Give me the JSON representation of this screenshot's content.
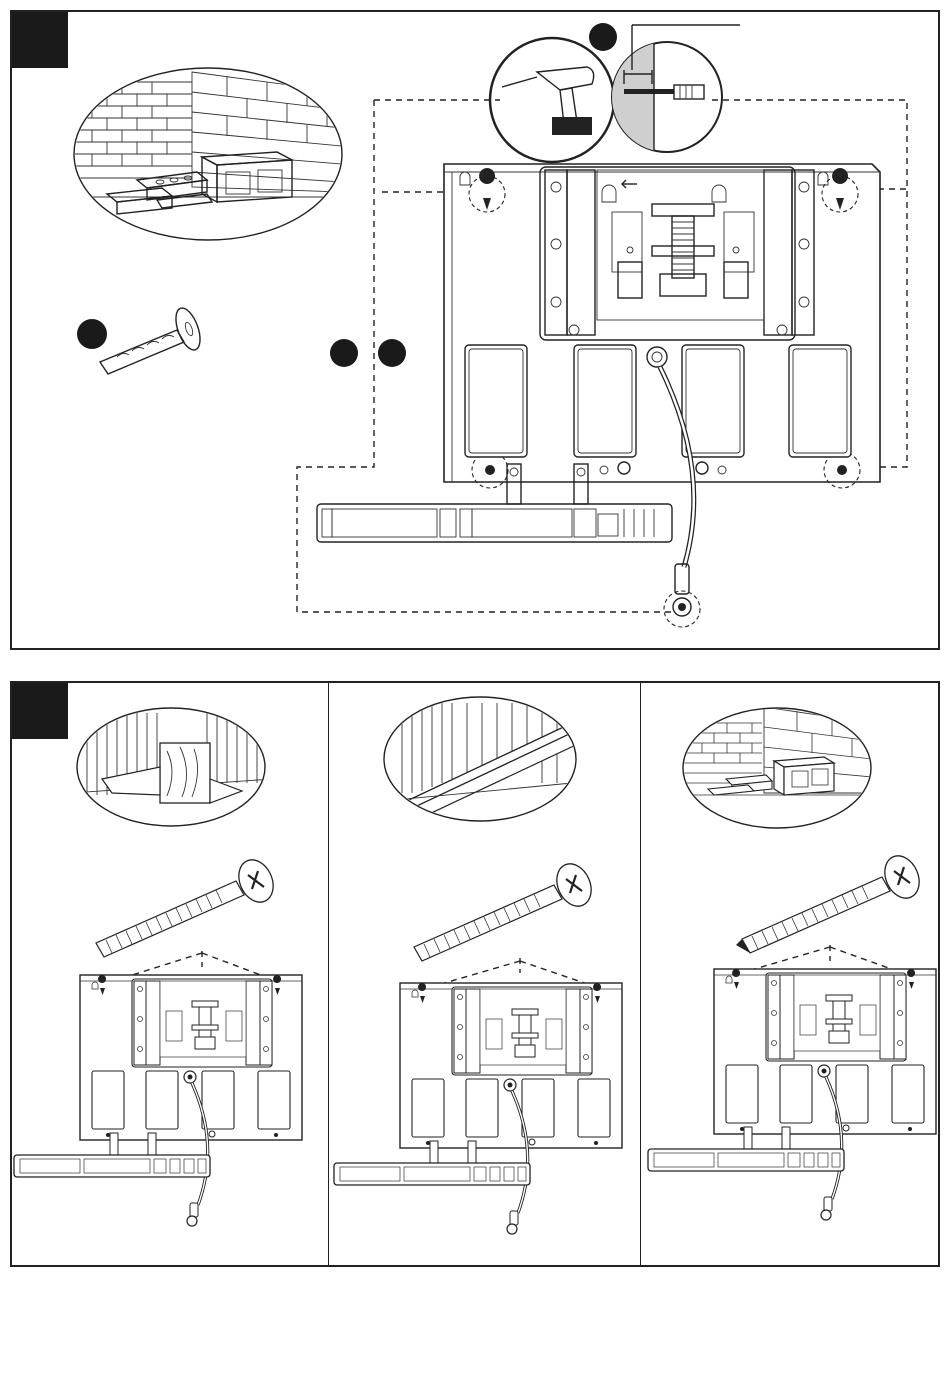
{
  "document": {
    "steps": [
      {
        "id": "step-1",
        "label": ""
      },
      {
        "id": "step-2",
        "label": ""
      }
    ],
    "step2_options": [
      {
        "id": "wood-stud"
      },
      {
        "id": "metal-channel"
      },
      {
        "id": "masonry"
      }
    ],
    "icons": {
      "brick": "brick-wall-icon",
      "anchor": "wall-anchor-icon",
      "drill": "power-drill-icon",
      "screw": "lag-screw-icon",
      "wood": "wood-stud-wall-icon",
      "metal": "metal-channel-wall-icon"
    },
    "colors": {
      "line": "#222222",
      "tab": "#1a1a1a",
      "background": "#ffffff"
    }
  }
}
